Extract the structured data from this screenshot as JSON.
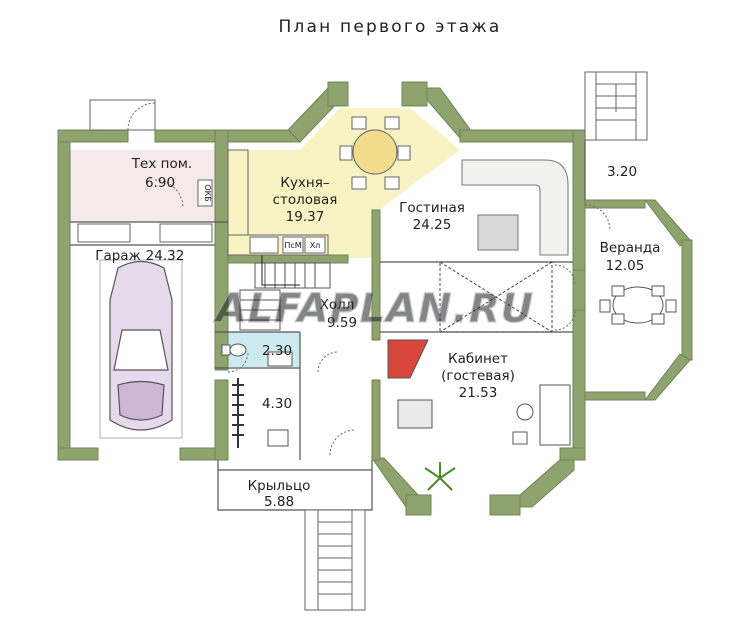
{
  "title": "План первого этажа",
  "watermark": "ALFAPLAN.RU",
  "rooms": [
    {
      "id": "tech",
      "name": "Тех пом.",
      "area": "6.90"
    },
    {
      "id": "garage",
      "name": "Гараж",
      "area": "24.32"
    },
    {
      "id": "kitchen",
      "name_lines": [
        "Кухня–",
        "столовая"
      ],
      "area": "19.37"
    },
    {
      "id": "living",
      "name": "Гостиная",
      "area": "24.25"
    },
    {
      "id": "hall",
      "name": "Холл",
      "area": "9.59"
    },
    {
      "id": "bath",
      "area": "2.30"
    },
    {
      "id": "closet",
      "area": "4.30"
    },
    {
      "id": "study",
      "name_lines": [
        "Кабинет",
        "(гостевая)"
      ],
      "area": "21.53"
    },
    {
      "id": "porch",
      "name": "Крыльцо",
      "area": "5.88"
    },
    {
      "id": "veranda",
      "name": "Веранда",
      "area": "12.05"
    },
    {
      "id": "vestibule",
      "area": "3.20"
    }
  ],
  "appliance_labels": {
    "boiler": "ОКБ",
    "dishwasher": "ПсМ",
    "fridge": "Хл"
  },
  "colors": {
    "wall": "#8ea36e",
    "wall_edge": "#6f8454",
    "kitchen": "#f7f3c2",
    "tech": "#f6e9ec",
    "bath": "#cdeaf1",
    "floor": "#ffffff"
  }
}
